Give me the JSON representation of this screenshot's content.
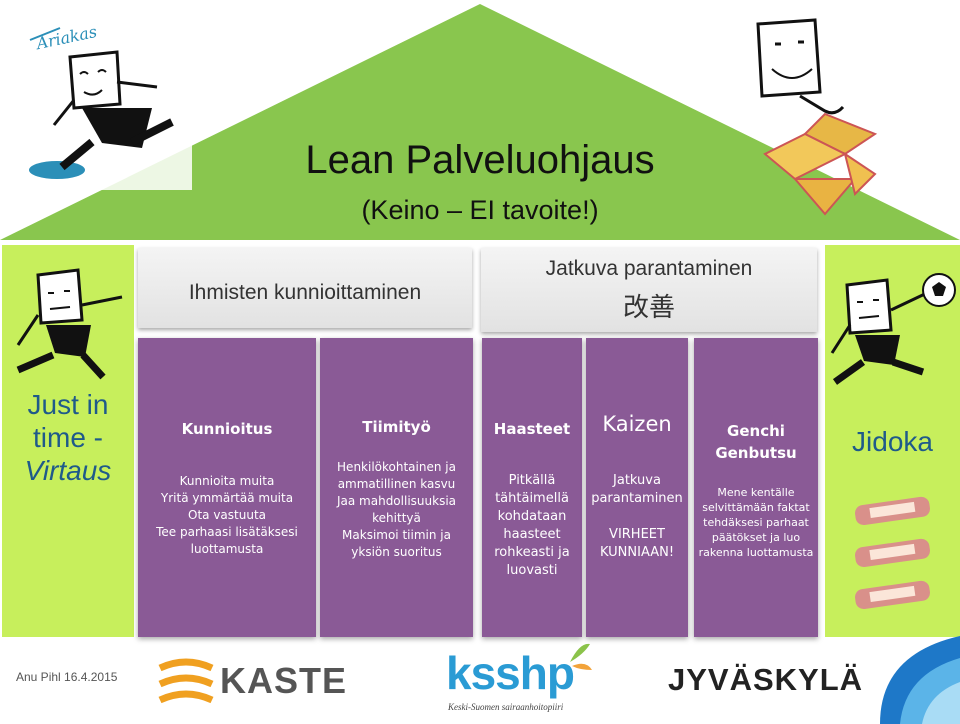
{
  "colors": {
    "roof": "#89c64e",
    "pillar": "#c7ef5c",
    "column": "#8a5a96",
    "pillar_text": "#1f5a8a"
  },
  "title": "Lean Palveluohjaus",
  "subtitle": "(Keino – EI tavoite!)",
  "top_left_box": "Ihmisten kunnioittaminen",
  "top_right_box": {
    "line1": "Jatkuva parantaminen",
    "line2": "改善"
  },
  "left_pillar": {
    "line1": "Just in",
    "line2": "time -",
    "line3": "Virtaus"
  },
  "right_pillar": "Jidoka",
  "columns": [
    {
      "heading": "Kunnioitus",
      "lines": [
        "Kunnioita muita",
        "Yritä ymmärtää muita",
        "Ota vastuuta",
        "Tee parhaasi lisätäksesi",
        "luottamusta"
      ]
    },
    {
      "heading": "Tiimityö",
      "lines": [
        "Henkilökohtainen ja",
        "ammatillinen kasvu",
        "Jaa mahdollisuuksia",
        "kehittyä",
        "Maksimoi tiimin ja",
        "yksiön suoritus"
      ]
    },
    {
      "heading": "Haasteet",
      "lines": [
        "Pitkällä",
        "tähtäimellä",
        "kohdataan",
        "haasteet",
        "rohkeasti ja",
        "luovasti"
      ]
    },
    {
      "heading": "Kaizen",
      "lines": [
        "Jatkuva",
        "parantaminen",
        "",
        "VIRHEET",
        "KUNNIAAN!"
      ]
    },
    {
      "heading_line1": "Genchi",
      "heading_line2": "Genbutsu",
      "lines": [
        "Mene kentälle",
        "selvittämään  faktat",
        "tehdäksesi parhaat",
        "päätökset ja luo",
        "rakenna luottamusta"
      ]
    }
  ],
  "footer": {
    "author": "Anu Pihl 16.4.2015",
    "logo_kaste": "KASTE",
    "logo_ksshp": "ksshp",
    "logo_ksshp_sub": "Keski-Suomen sairaanhoitopiiri",
    "logo_jyvaskyla": "JYVÄSKYLÄ"
  },
  "sketch_label": "Ariakas"
}
